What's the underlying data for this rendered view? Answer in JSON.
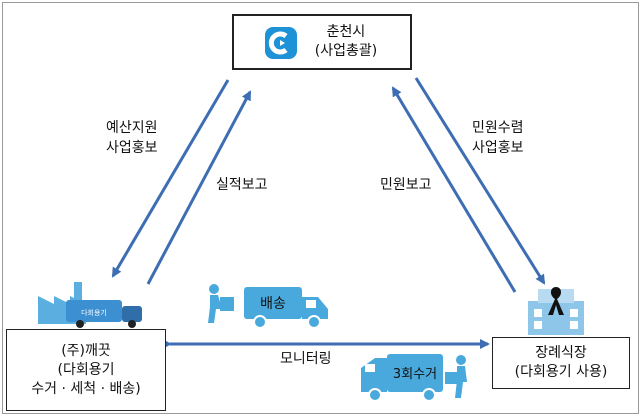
{
  "nodes": {
    "top": {
      "line1": "춘천시",
      "line2": "(사업총괄)"
    },
    "left": {
      "line1": "(주)깨끗",
      "line2": "(다회용기",
      "line3": "수거 · 세척 · 배송)"
    },
    "right": {
      "line1": "장례식장",
      "line2": "(다회용기 사용)"
    }
  },
  "labels": {
    "budget": {
      "line1": "예산지원",
      "line2": "사업홍보"
    },
    "performance": "실적보고",
    "complaint_collect": {
      "line1": "민원수렴",
      "line2": "사업홍보"
    },
    "complaint_report": "민원보고",
    "monitoring": "모니터링"
  },
  "trucks": {
    "delivery": "배송",
    "collection": "3회수거",
    "factory_truck_text": "다회용기"
  },
  "colors": {
    "arrow": "#3d6db3",
    "icon_blue": "#49a9dc",
    "logo_blue": "#1d92d6",
    "funeral_ribbon": "#111111"
  },
  "icons": [
    "chuncheon-logo-icon",
    "factory-truck-icon",
    "funeral-hall-icon",
    "delivery-truck-icon",
    "collection-truck-icon"
  ]
}
